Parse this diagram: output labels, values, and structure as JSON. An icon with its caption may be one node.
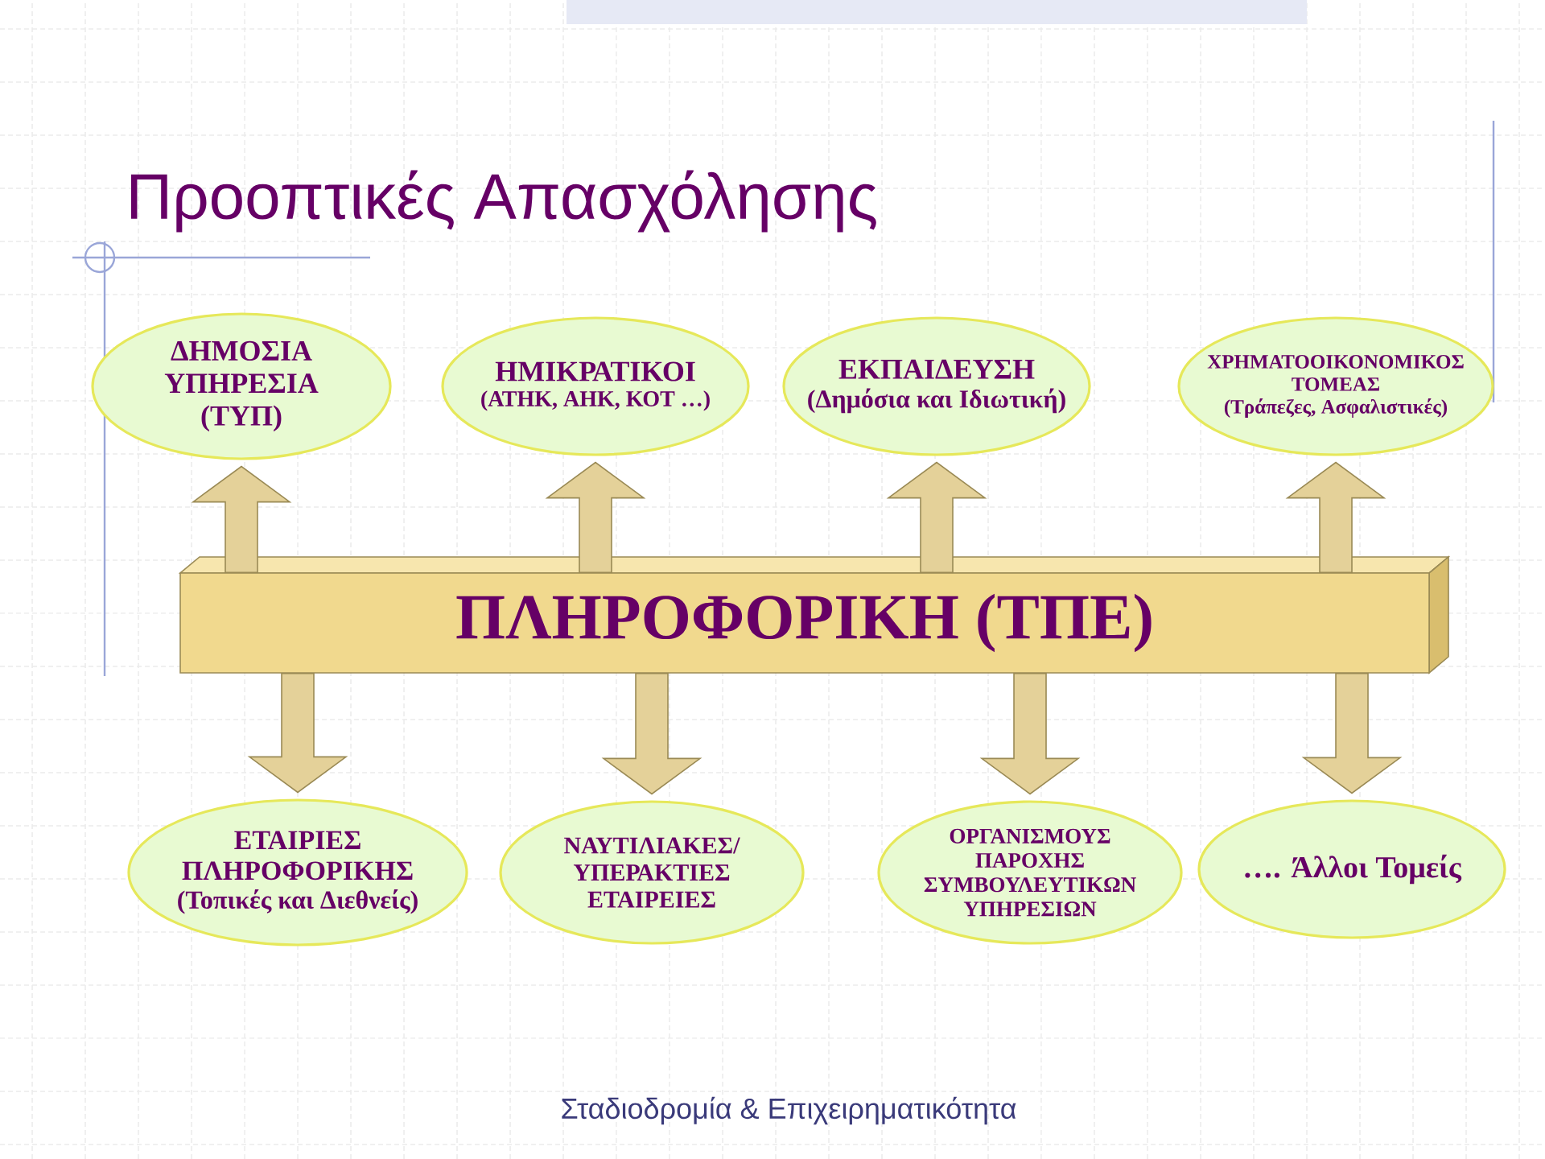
{
  "diagram": {
    "title": "Προοπτικές Απασχόλησης",
    "nodes": [
      {
        "text": [
          "ΔΗΜΟΣΙΑ ΥΠΗΡΕΣΙΑ (ΤΥΠ)"
        ]
      },
      {
        "text": [
          "ΗΜΙΚΡΑΤΙΚΟΙ",
          "(ΑΤΗΚ, ΑΗΚ, ΚΟΤ …)"
        ]
      },
      {
        "text": [
          "ΕΚΠΑΙΔΕΥΣΗ",
          "(Δημόσια και Ιδιωτική)"
        ]
      },
      {
        "text": [
          "ΧΡΗΜΑΤΟΟΙΚΟΝΟΜΙΚΟΣ ΤΟΜΕΑΣ",
          "(Τράπεζες, Ασφαλιστικές)"
        ]
      },
      {
        "text": [
          "ΠΛΗΡΟΦΟΡΙΚΗ (ΤΠΕ)"
        ]
      },
      {
        "text": [
          "ΕΤΑΙΡΙΕΣ ΠΛΗΡΟΦΟΡΙΚΗΣ",
          "(Τοπικές και Διεθνείς)"
        ]
      },
      {
        "text": [
          "ΝΑΥΤΙΛΙΑΚΕΣ/ ΥΠΕΡΑΚΤΙΕΣ ΕΤΑΙΡΕΙΕΣ"
        ]
      },
      {
        "text": [
          "ΟΡΓΑΝΙΣΜΟΥΣ ΠΑΡΟΧΗΣ ΣΥΜΒΟΥΛΕΥΤΙΚΩΝ ΥΠΗΡΕΣΙΩΝ"
        ]
      },
      {
        "text": [
          "…. Άλλοι Τομείς"
        ]
      }
    ],
    "edges": [
      {
        "from": 4,
        "to": 0,
        "arrow": "to"
      },
      {
        "from": 4,
        "to": 1,
        "arrow": "to"
      },
      {
        "from": 4,
        "to": 2,
        "arrow": "to"
      },
      {
        "from": 4,
        "to": 3,
        "arrow": "to"
      },
      {
        "from": 4,
        "to": 5,
        "arrow": "to"
      },
      {
        "from": 4,
        "to": 6,
        "arrow": "to"
      },
      {
        "from": 4,
        "to": 7,
        "arrow": "to"
      },
      {
        "from": 4,
        "to": 8,
        "arrow": "to"
      }
    ],
    "labels": [
      "Σταδιοδρομία & Επιχειρηματικότητα"
    ]
  }
}
